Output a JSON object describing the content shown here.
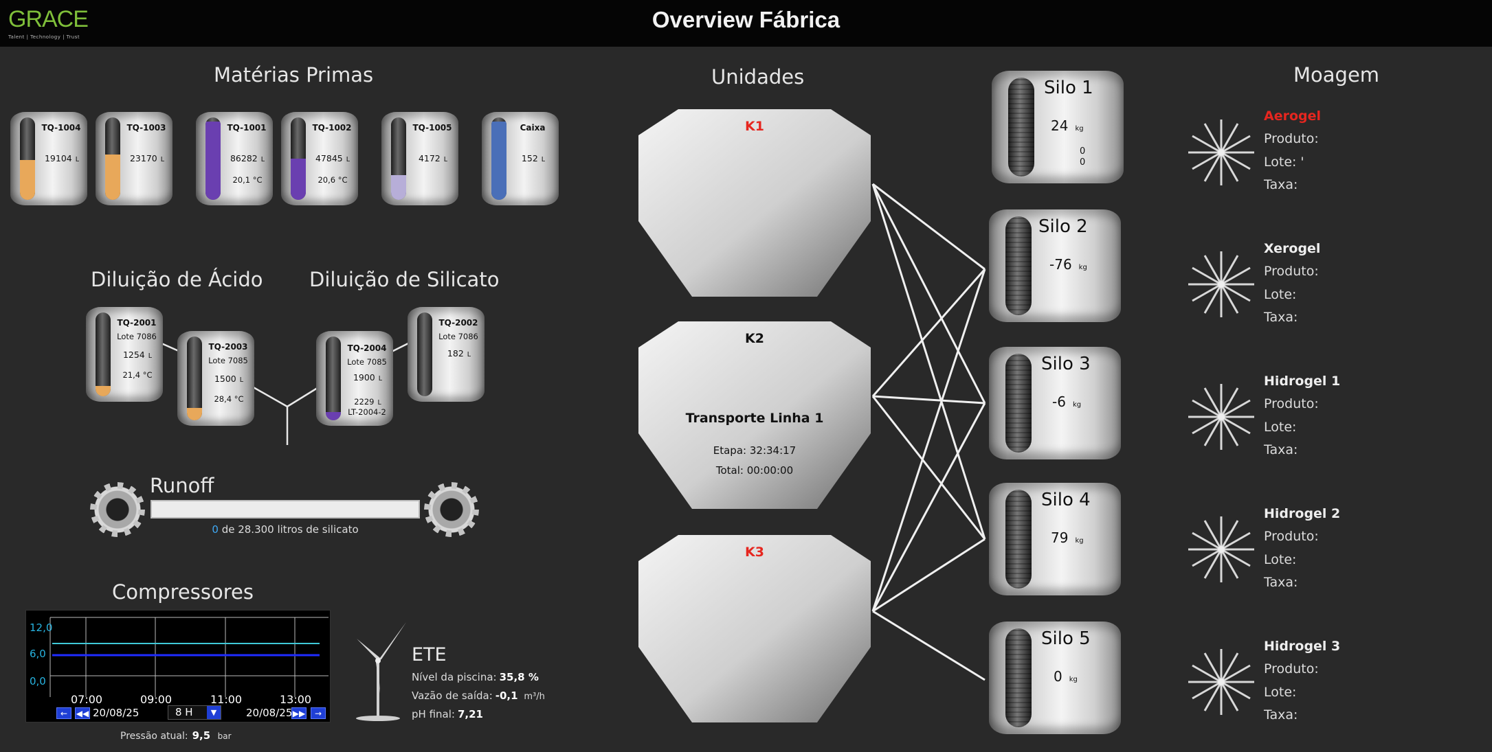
{
  "header": {
    "logo_text": "GRACE",
    "logo_tagline": "Talent | Technology | Trust",
    "title": "Overview Fábrica"
  },
  "sections": {
    "materias_primas": "Matérias Primas",
    "unidades": "Unidades",
    "moagem": "Moagem",
    "diluicao_acido": "Diluição de Ácido",
    "diluicao_silicato": "Diluição de Silicato",
    "runoff": "Runoff",
    "compressores": "Compressores",
    "ete": "ETE"
  },
  "colors": {
    "orange": "#e8a85a",
    "purple": "#6a3fb0",
    "lavender": "#b7aed8",
    "blue": "#4a6fb8",
    "alarm_red": "#e6261f",
    "logo_green": "#7fbf3a"
  },
  "materias_primas": [
    {
      "name": "TQ-1004",
      "value": "19104",
      "unit": "L",
      "temp": "",
      "level": 0.48,
      "color": "#e8a85a"
    },
    {
      "name": "TQ-1003",
      "value": "23170",
      "unit": "L",
      "temp": "",
      "level": 0.55,
      "color": "#e8a85a"
    },
    {
      "name": "TQ-1001",
      "value": "86282",
      "unit": "L",
      "temp": "20,1 °C",
      "level": 0.95,
      "color": "#6a3fb0"
    },
    {
      "name": "TQ-1002",
      "value": "47845",
      "unit": "L",
      "temp": "20,6 °C",
      "level": 0.5,
      "color": "#6a3fb0"
    },
    {
      "name": "TQ-1005",
      "value": "4172",
      "unit": "L",
      "temp": "",
      "level": 0.3,
      "color": "#b7aed8"
    },
    {
      "name": "Caixa",
      "value": "152",
      "unit": "L",
      "temp": "",
      "level": 0.95,
      "color": "#4a6fb8"
    }
  ],
  "diluicao": {
    "tq2001": {
      "name": "TQ-2001",
      "lote": "Lote 7086",
      "value": "1254",
      "unit": "L",
      "temp": "21,4 °C",
      "level": 0.12
    },
    "tq2003": {
      "name": "TQ-2003",
      "lote": "Lote 7085",
      "value": "1500",
      "unit": "L",
      "temp": "28,4 °C",
      "level": 0.15
    },
    "tq2004": {
      "name": "TQ-2004",
      "lote": "Lote 7085",
      "value": "1900",
      "unit": "L",
      "extra_value": "2229",
      "extra_unit": "L",
      "extra_lote": "LT-2004-2",
      "level": 0.1
    },
    "tq2002": {
      "name": "TQ-2002",
      "lote": "Lote 7086",
      "value": "182",
      "unit": "L",
      "level": 0.0
    }
  },
  "runoff": {
    "count": "0",
    "text": "de 28.300 litros de silicato",
    "progress": 0
  },
  "compressores": {
    "y_ticks": [
      "12,0",
      "6,0",
      "0,0"
    ],
    "x_ticks": [
      "07:00",
      "09:00",
      "11:00",
      "13:00"
    ],
    "start_date": "20/08/25",
    "end_date": "20/08/25",
    "range": "8 H",
    "pressure_label": "Pressão atual:",
    "pressure_value": "9,5",
    "pressure_unit": "bar"
  },
  "ete": {
    "nivel_label": "Nível da piscina:",
    "nivel_value": "35,8 %",
    "vazao_label": "Vazão de saída:",
    "vazao_value": "-0,1",
    "vazao_unit": "m³/h",
    "ph_label": "pH final:",
    "ph_value": "7,21"
  },
  "unidades": [
    {
      "name": "K1",
      "status": "alarm"
    },
    {
      "name": "K2",
      "status": "normal",
      "operation": "Transporte Linha 1",
      "etapa_label": "Etapa:",
      "etapa_value": "32:34:17",
      "total_label": "Total:",
      "total_value": "00:00:00"
    },
    {
      "name": "K3",
      "status": "alarm"
    }
  ],
  "silos": [
    {
      "name": "Silo 1",
      "value": "24",
      "unit": "kg",
      "sub1": "0",
      "sub2": "0"
    },
    {
      "name": "Silo 2",
      "value": "-76",
      "unit": "kg"
    },
    {
      "name": "Silo 3",
      "value": "-6",
      "unit": "kg"
    },
    {
      "name": "Silo 4",
      "value": "79",
      "unit": "kg"
    },
    {
      "name": "Silo 5",
      "value": "0",
      "unit": "kg"
    }
  ],
  "moagem": {
    "produto_label": "Produto:",
    "lote_label": "Lote:",
    "lote_mark": "'",
    "taxa_label": "Taxa:",
    "mills": [
      {
        "name": "Aerogel",
        "status": "alarm"
      },
      {
        "name": "Xerogel",
        "status": "normal"
      },
      {
        "name": "Hidrogel 1",
        "status": "normal"
      },
      {
        "name": "Hidrogel 2",
        "status": "normal"
      },
      {
        "name": "Hidrogel 3",
        "status": "normal"
      }
    ]
  }
}
